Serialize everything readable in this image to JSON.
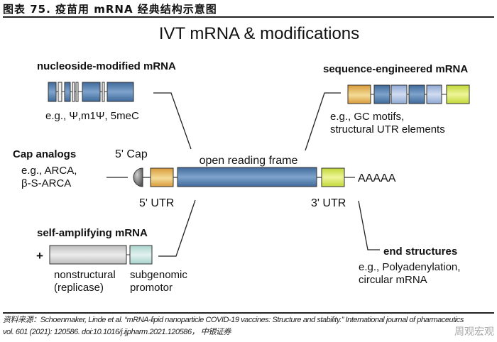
{
  "header": {
    "figure_title": "图表 75. 疫苗用 mRNA 经典结构示意图"
  },
  "diagram": {
    "title": "IVT mRNA & modifications",
    "nucleoside": {
      "heading": "nucleoside-modified mRNA",
      "example": "e.g., Ψ,m1Ψ, 5meC"
    },
    "sequence": {
      "heading": "sequence-engineered mRNA",
      "example_1": "e.g., GC motifs,",
      "example_2": "structural UTR elements"
    },
    "cap": {
      "heading": "Cap analogs",
      "example_1": "e.g., ARCA,",
      "example_2": "β-S-ARCA",
      "label": "5' Cap"
    },
    "orf_label": "open reading frame",
    "utr5_label": "5' UTR",
    "utr3_label": "3' UTR",
    "polya_label": "AAAAA",
    "self_amp": {
      "heading": "self-amplifying mRNA",
      "plus": "+",
      "part1_1": "nonstructural",
      "part1_2": "(replicase)",
      "part2_1": "subgenomic",
      "part2_2": "promotor"
    },
    "end": {
      "heading": "end structures",
      "example_1": "e.g., Polyadenylation,",
      "example_2": "circular mRNA"
    },
    "colors": {
      "orf_blue": "#4a78a8",
      "utr5_orange": "#e0a848",
      "utr3_green": "#cfe04a",
      "light_blue": "#a9bfe0",
      "grey": "#cfcfcf",
      "teal": "#bfe0da",
      "cap_grey": "#777777"
    }
  },
  "footer": {
    "line1": "资料来源：Schoenmaker, Linde et al. “mRNA-lipid nanoparticle COVID-19 vaccines: Structure and stability.” International journal of pharmaceutics",
    "line2": "vol. 601 (2021): 120586. doi:10.1016/j.ijpharm.2021.120586， 中银证券"
  },
  "watermark": "周观宏观"
}
